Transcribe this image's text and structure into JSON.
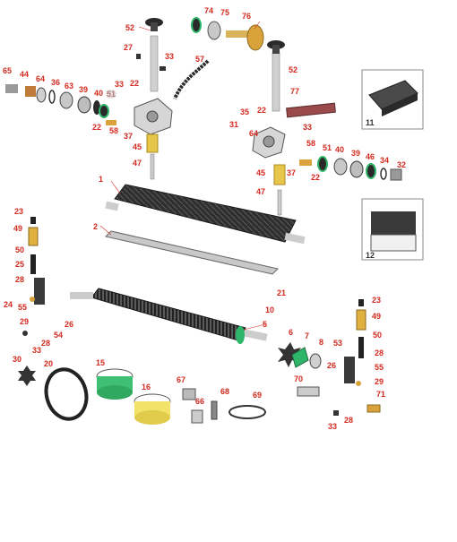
{
  "colors": {
    "label": "#d42a1f",
    "part_dark": "#3a3a3a",
    "part_metal": "#c8c8c8",
    "accent_green": "#2fb56a",
    "accent_yellow": "#f3e26a",
    "accent_brass": "#d9a23a"
  },
  "callouts": [
    "52",
    "74",
    "75",
    "76",
    "27",
    "33",
    "57",
    "52",
    "65",
    "44",
    "64",
    "36",
    "63",
    "39",
    "40",
    "51",
    "33",
    "22",
    "22",
    "58",
    "37",
    "45",
    "47",
    "35",
    "31",
    "22",
    "77",
    "11",
    "33",
    "64",
    "58",
    "51",
    "40",
    "39",
    "46",
    "34",
    "32",
    "37",
    "22",
    "45",
    "47",
    "1",
    "23",
    "2",
    "49",
    "50",
    "25",
    "28",
    "24",
    "55",
    "29",
    "28",
    "33",
    "26",
    "54",
    "21",
    "10",
    "5",
    "6",
    "7",
    "8",
    "23",
    "49",
    "53",
    "50",
    "28",
    "55",
    "29",
    "26",
    "70",
    "71",
    "30",
    "20",
    "15",
    "16",
    "67",
    "66",
    "68",
    "69",
    "12",
    "33",
    "28"
  ]
}
